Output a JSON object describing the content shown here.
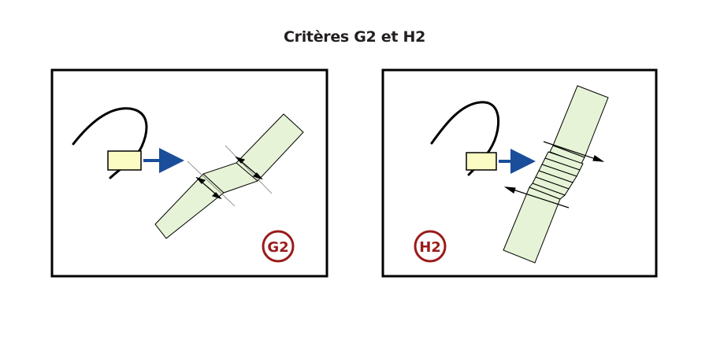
{
  "title": "Critères G2 et H2",
  "panels": [
    {
      "id": "g2",
      "badge": "G2"
    },
    {
      "id": "h2",
      "badge": "H2"
    }
  ],
  "colors": {
    "frame": "#000000",
    "fill": "#e6f3d6",
    "part": "#fafcc3",
    "arrow": "#1a4d9a",
    "badge": "#9b1b1b"
  }
}
